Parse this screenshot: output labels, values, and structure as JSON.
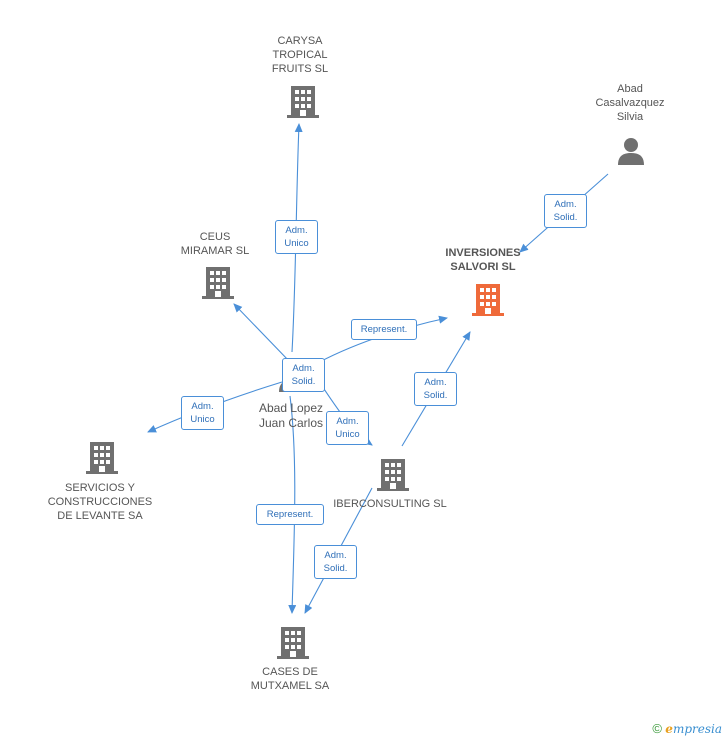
{
  "colors": {
    "edge": "#4a8fd8",
    "company": "#707070",
    "focus_company": "#ef6a3a",
    "person": "#707070"
  },
  "nodes": {
    "carysa": {
      "label": "CARYSA\nTROPICAL\nFRUITS  SL",
      "icon": "building-icon"
    },
    "ceus": {
      "label": "CEUS\nMIRAMAR SL",
      "icon": "building-icon"
    },
    "inversiones": {
      "label": "INVERSIONES\nSALVORI SL",
      "icon": "building-icon"
    },
    "abad_casalvazquez": {
      "label": "Abad\nCasalvazquez\nSilvia",
      "icon": "person-icon"
    },
    "abad_lopez": {
      "label": "Abad Lopez\nJuan Carlos",
      "icon": "person-icon"
    },
    "servicios": {
      "label": "SERVICIOS Y\nCONSTRUCCIONES\nDE LEVANTE SA",
      "icon": "building-icon"
    },
    "iberconsulting": {
      "label": "IBERCONSULTING SL",
      "icon": "building-icon"
    },
    "cases": {
      "label": "CASES DE\nMUTXAMEL SA",
      "icon": "building-icon"
    }
  },
  "edges": {
    "e1": "Adm.\nUnico",
    "e2": "Represent.",
    "e3": "Adm.\nSolid.",
    "e4": "Adm.\nUnico",
    "e5": "Adm.\nUnico",
    "e6": "Represent.",
    "e7": "Adm.\nSolid.",
    "e8": "Adm.\nSolid.",
    "e9": "Adm.\nSolid."
  },
  "brand": {
    "copyright": "©",
    "e": "e",
    "rest": "mpresia"
  }
}
